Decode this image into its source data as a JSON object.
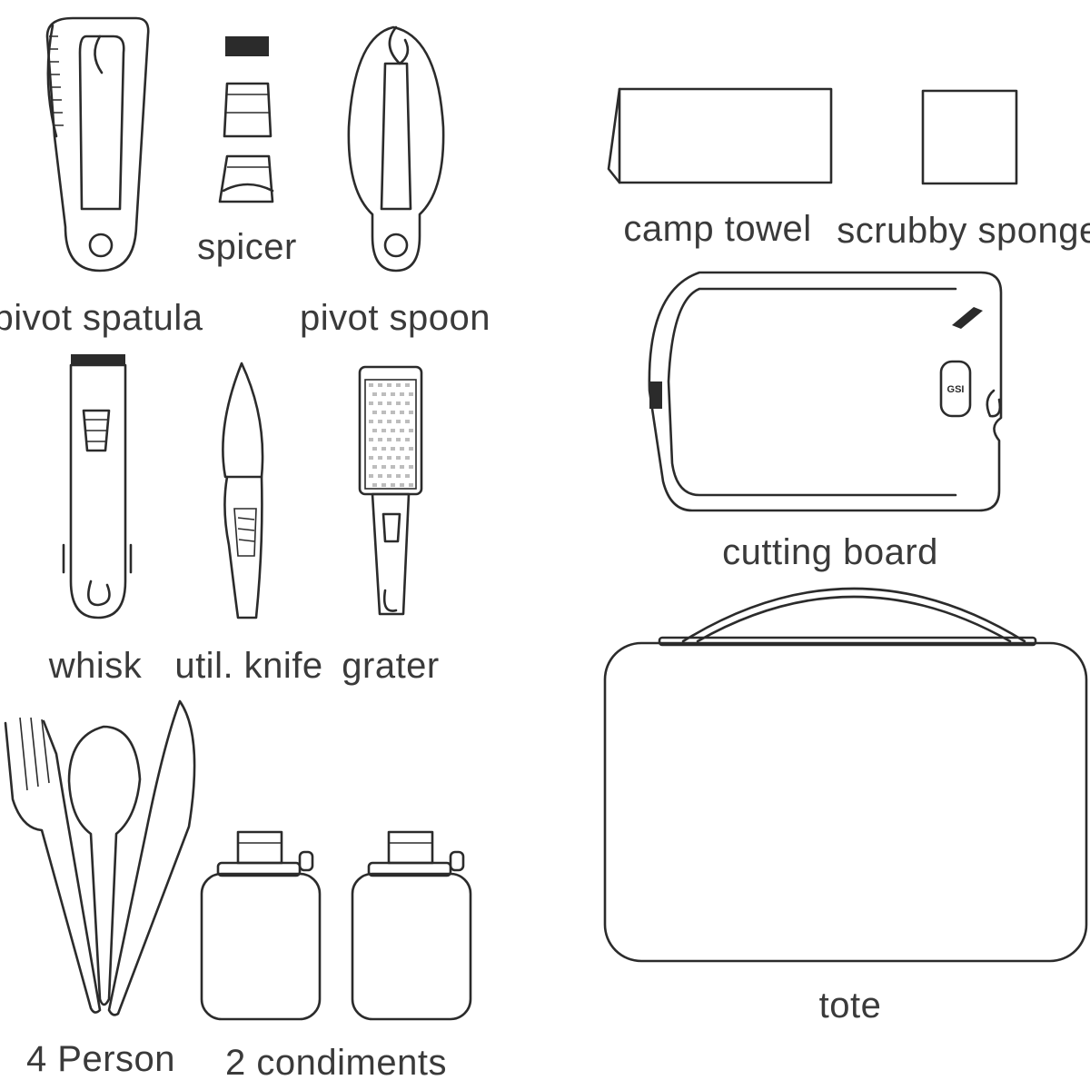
{
  "items": {
    "pivot_spatula": "pivot spatula",
    "spicer": "spicer",
    "pivot_spoon": "pivot spoon",
    "camp_towel": "camp towel",
    "scrubby_sponge": "scrubby sponge",
    "whisk": "whisk",
    "util_knife": "util. knife",
    "grater": "grater",
    "cutting_board": "cutting board",
    "tote": "tote",
    "person_set": "4 Person",
    "condiments": "2 condiments"
  },
  "board_logo": "GSI",
  "colors": {
    "line": "#2b2b2b",
    "text": "#3a3a3a",
    "background": "#ffffff"
  }
}
